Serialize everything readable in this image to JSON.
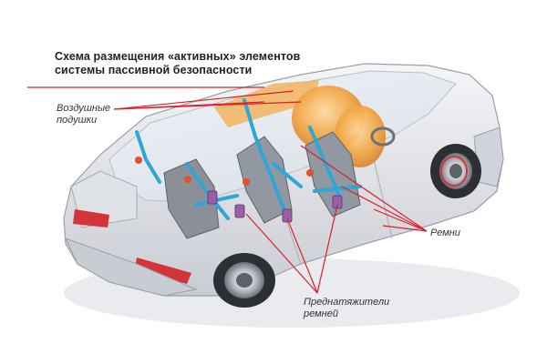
{
  "title": {
    "line1": "Схема размещения «активных» элементов",
    "line2": "системы пассивной безопасности"
  },
  "callouts": {
    "airbags": {
      "line1": "Воздушные",
      "line2": "подушки"
    },
    "belts": {
      "line1": "Ремни"
    },
    "pretensioners": {
      "line1": "Преднатяжители",
      "line2": "ремней"
    }
  },
  "colors": {
    "leader_lines": "#d9212a",
    "belts": "#2ea6d6",
    "airbags": "#f2a33a",
    "car_body": "#e8eaee",
    "tail_lights": "#d4333a"
  }
}
